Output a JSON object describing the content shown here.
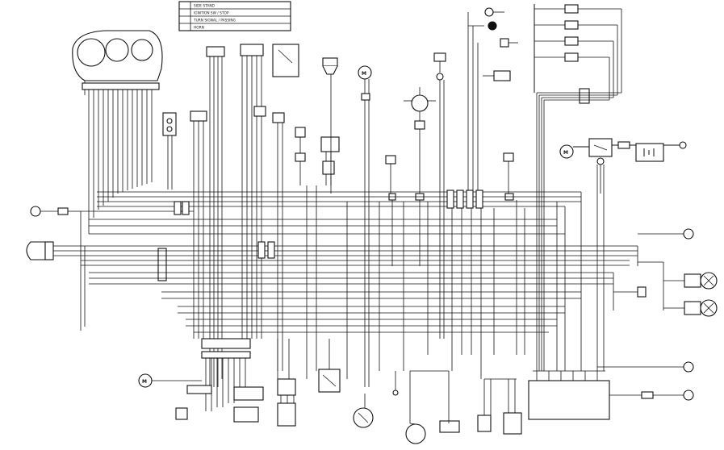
{
  "legend": {
    "rows": [
      {
        "code": "",
        "text": "SIDE STAND"
      },
      {
        "code": "",
        "text": "IGNITION SW / STOP"
      },
      {
        "code": "",
        "text": "TURN SIGNAL / PASSING"
      },
      {
        "code": "",
        "text": "HORN"
      }
    ]
  },
  "components": {
    "ignition_switch": "",
    "start_switch": "",
    "handlebar_switch": "",
    "fuel_reserve_sensor": "",
    "brake_lamp_switch": "",
    "horn": "",
    "ignition_pulse_generator": "",
    "neutral_switch": "",
    "side_stand_switch": "",
    "fuel_pump": "",
    "starter_motor": "",
    "starter_relay": "",
    "battery": "",
    "main_fuse": "",
    "regulator": "",
    "ignition_control_module": "",
    "front_turn_signal_left": "",
    "front_turn_signal_right": "",
    "rear_turn_signal_left": "",
    "rear_turn_signal_right": "",
    "headlight": "",
    "brake_tail_light": "",
    "license_light": "",
    "fuel_cut_relay": "",
    "turn_signal_relay": "",
    "alternator": "",
    "fuse_box_fuses": [
      "",
      "",
      "",
      ""
    ]
  }
}
